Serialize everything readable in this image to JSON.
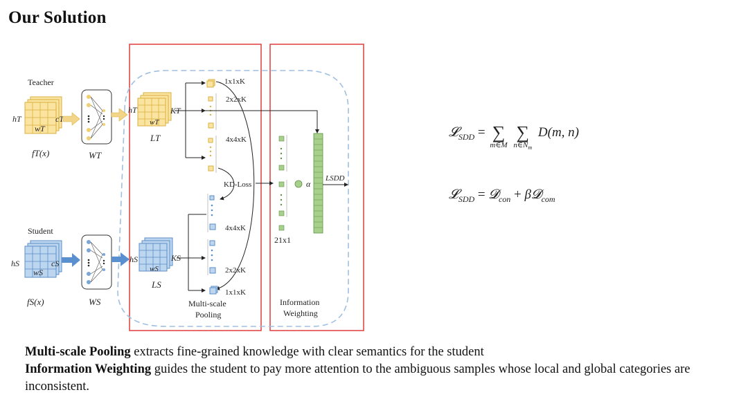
{
  "title": "Our Solution",
  "diagram": {
    "teacher_label": "Teacher",
    "student_label": "Student",
    "h_T": "hT",
    "c_T": "cT",
    "w_T": "wT",
    "f_T": "fT(x)",
    "W_T": "WT",
    "h_S": "hS",
    "c_S": "cS",
    "w_S": "wS",
    "f_S": "fS(x)",
    "W_S": "WS",
    "L_T": "LT",
    "K_T": "KT",
    "L_S": "LS",
    "K_S": "KS",
    "pool_1": "1x1xK",
    "pool_2": "2x2xK",
    "pool_4": "4x4xK",
    "kd_loss": "KD-Loss",
    "alpha": "α",
    "l_sdd": "LSDD",
    "size_21": "21x1",
    "multiscale_label_line1": "Multi-scale",
    "multiscale_label_line2": "Pooling",
    "info_label_line1": "Information",
    "info_label_line2": "Weighting"
  },
  "formulas": {
    "eq1_lhs": "L",
    "eq1_lhs_sub": "SDD",
    "eq1_sum1_sub": "m∈M",
    "eq1_sum2_sub": "n∈N",
    "eq1_sum2_subsub": "m",
    "eq1_rhs": "D(m, n)",
    "eq2_lhs": "L",
    "eq2_lhs_sub": "SDD",
    "eq2_d1": "D",
    "eq2_d1_sub": "con",
    "eq2_beta": "β",
    "eq2_d2": "D",
    "eq2_d2_sub": "com"
  },
  "text": {
    "line1_bold": "Multi-scale Pooling",
    "line1_rest": " extracts fine-grained knowledge with clear semantics for the student",
    "line2_bold": "Information Weighting",
    "line2_rest": " guides the student to pay more attention to the ambiguous samples whose local and global categories are inconsistent."
  },
  "colors": {
    "teacher_fill": "#fbe3a0",
    "teacher_stroke": "#d9b23f",
    "student_fill": "#bcd6f0",
    "student_stroke": "#5b8dc8",
    "green_fill": "#a8d08d",
    "green_stroke": "#5f8f45",
    "red_box": "#e03c3c",
    "dashed_blue": "#9fbfe0",
    "arrow_teacher": "#f3d58a",
    "arrow_student": "#5a8fd0"
  }
}
